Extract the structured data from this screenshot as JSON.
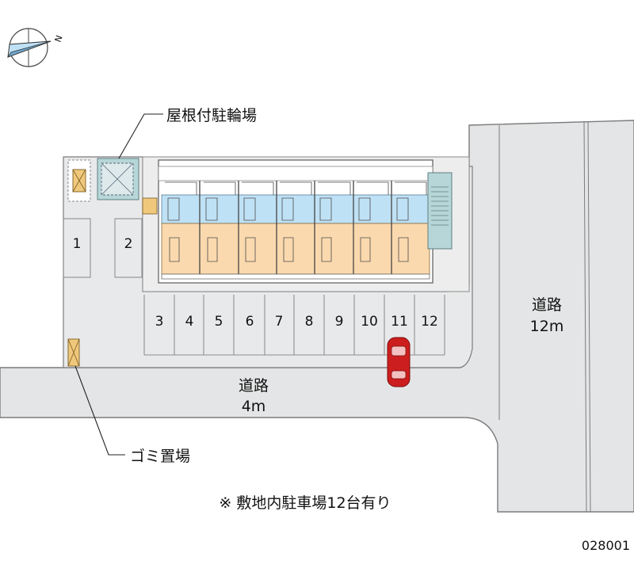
{
  "labels": {
    "bike_parking": "屋根付駐輪場",
    "garbage": "ゴミ置場",
    "road_main_line1": "道路",
    "road_main_line2": "12m",
    "road_front_line1": "道路",
    "road_front_line2": "4m",
    "note": "※ 敷地内駐車場12台有り",
    "property_id": "028001",
    "compass_letter": "N"
  },
  "parking_spaces": [
    "1",
    "2",
    "3",
    "4",
    "5",
    "6",
    "7",
    "8",
    "9",
    "10",
    "11",
    "12"
  ],
  "colors": {
    "road": "#e5e6e7",
    "lot": "#e9eaeb",
    "line": "#8f8f8f",
    "unit_blue": "#bfe1f5",
    "unit_orange": "#fbd9ae",
    "roof_teal": "#b7d6d8",
    "car_red": "#cc1e1e",
    "garbage_yellow": "#f0c87c"
  }
}
